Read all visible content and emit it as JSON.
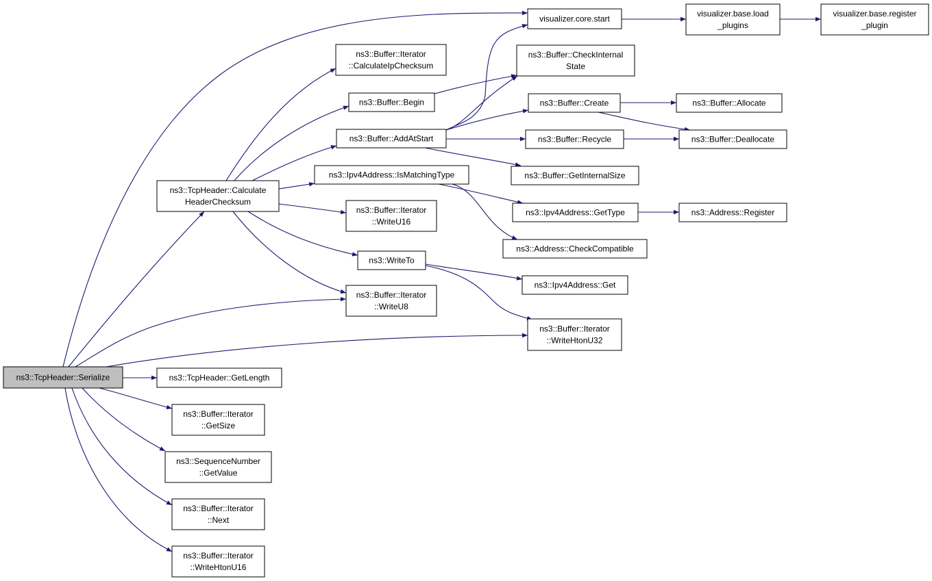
{
  "diagram": {
    "nodes": [
      {
        "id": "serialize",
        "lines": [
          "ns3::TcpHeader::Serialize"
        ],
        "root": true
      },
      {
        "id": "calcHdr",
        "lines": [
          "ns3::TcpHeader::Calculate",
          "HeaderChecksum"
        ]
      },
      {
        "id": "vizStart",
        "lines": [
          "visualizer.core.start"
        ]
      },
      {
        "id": "vizLoad",
        "lines": [
          "visualizer.base.load",
          "_plugins"
        ]
      },
      {
        "id": "vizReg",
        "lines": [
          "visualizer.base.register",
          "_plugin"
        ]
      },
      {
        "id": "calcIp",
        "lines": [
          "ns3::Buffer::Iterator",
          "::CalculateIpChecksum"
        ]
      },
      {
        "id": "checkInt",
        "lines": [
          "ns3::Buffer::CheckInternal",
          "State"
        ]
      },
      {
        "id": "begin",
        "lines": [
          "ns3::Buffer::Begin"
        ]
      },
      {
        "id": "create",
        "lines": [
          "ns3::Buffer::Create"
        ]
      },
      {
        "id": "allocate",
        "lines": [
          "ns3::Buffer::Allocate"
        ]
      },
      {
        "id": "addAtStart",
        "lines": [
          "ns3::Buffer::AddAtStart"
        ]
      },
      {
        "id": "recycle",
        "lines": [
          "ns3::Buffer::Recycle"
        ]
      },
      {
        "id": "deallocate",
        "lines": [
          "ns3::Buffer::Deallocate"
        ]
      },
      {
        "id": "isMatching",
        "lines": [
          "ns3::Ipv4Address::IsMatchingType"
        ]
      },
      {
        "id": "getIntSize",
        "lines": [
          "ns3::Buffer::GetInternalSize"
        ]
      },
      {
        "id": "getType",
        "lines": [
          "ns3::Ipv4Address::GetType"
        ]
      },
      {
        "id": "addrReg",
        "lines": [
          "ns3::Address::Register"
        ]
      },
      {
        "id": "writeU16",
        "lines": [
          "ns3::Buffer::Iterator",
          "::WriteU16"
        ]
      },
      {
        "id": "checkCompat",
        "lines": [
          "ns3::Address::CheckCompatible"
        ]
      },
      {
        "id": "writeTo",
        "lines": [
          "ns3::WriteTo"
        ]
      },
      {
        "id": "ipv4Get",
        "lines": [
          "ns3::Ipv4Address::Get"
        ]
      },
      {
        "id": "writeU8",
        "lines": [
          "ns3::Buffer::Iterator",
          "::WriteU8"
        ]
      },
      {
        "id": "writeHtonU32",
        "lines": [
          "ns3::Buffer::Iterator",
          "::WriteHtonU32"
        ]
      },
      {
        "id": "getLength",
        "lines": [
          "ns3::TcpHeader::GetLength"
        ]
      },
      {
        "id": "getSize",
        "lines": [
          "ns3::Buffer::Iterator",
          "::GetSize"
        ]
      },
      {
        "id": "getValue",
        "lines": [
          "ns3::SequenceNumber",
          "::GetValue"
        ]
      },
      {
        "id": "next",
        "lines": [
          "ns3::Buffer::Iterator",
          "::Next"
        ]
      },
      {
        "id": "writeHtonU16",
        "lines": [
          "ns3::Buffer::Iterator",
          "::WriteHtonU16"
        ]
      }
    ],
    "edges": [
      [
        "serialize",
        "vizStart"
      ],
      [
        "serialize",
        "calcHdr"
      ],
      [
        "serialize",
        "writeU8"
      ],
      [
        "serialize",
        "writeHtonU32"
      ],
      [
        "serialize",
        "getLength"
      ],
      [
        "serialize",
        "getSize"
      ],
      [
        "serialize",
        "getValue"
      ],
      [
        "serialize",
        "next"
      ],
      [
        "serialize",
        "writeHtonU16"
      ],
      [
        "calcHdr",
        "calcIp"
      ],
      [
        "calcHdr",
        "begin"
      ],
      [
        "calcHdr",
        "addAtStart"
      ],
      [
        "calcHdr",
        "isMatching"
      ],
      [
        "calcHdr",
        "writeU16"
      ],
      [
        "calcHdr",
        "writeTo"
      ],
      [
        "calcHdr",
        "writeU8"
      ],
      [
        "vizStart",
        "vizLoad"
      ],
      [
        "vizLoad",
        "vizReg"
      ],
      [
        "begin",
        "checkInt"
      ],
      [
        "addAtStart",
        "vizStart"
      ],
      [
        "addAtStart",
        "checkInt"
      ],
      [
        "addAtStart",
        "create"
      ],
      [
        "addAtStart",
        "recycle"
      ],
      [
        "addAtStart",
        "getIntSize"
      ],
      [
        "create",
        "allocate"
      ],
      [
        "create",
        "deallocate"
      ],
      [
        "recycle",
        "deallocate"
      ],
      [
        "isMatching",
        "getType"
      ],
      [
        "isMatching",
        "checkCompat"
      ],
      [
        "getType",
        "addrReg"
      ],
      [
        "writeTo",
        "ipv4Get"
      ],
      [
        "writeTo",
        "writeHtonU32"
      ]
    ],
    "colors": {
      "edge": "#191970",
      "root_fill": "#bfbfbf",
      "node_fill": "#ffffff",
      "border": "#000000"
    }
  }
}
